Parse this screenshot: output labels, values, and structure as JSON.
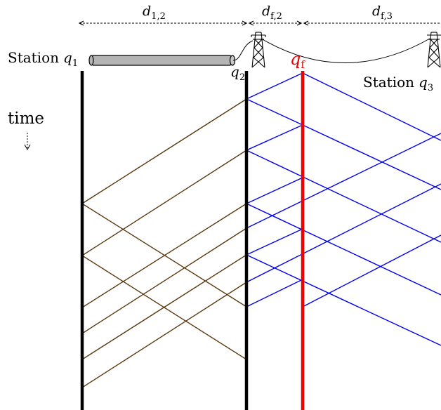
{
  "labels": {
    "station1": "Station",
    "station1_symbol": "q",
    "station1_sub": "1",
    "station2_symbol": "q",
    "station2_sub": "2",
    "station3": "Station",
    "station3_symbol": "q",
    "station3_sub": "3",
    "fault_symbol": "q",
    "fault_sub": "f",
    "time": "time",
    "dist12_symbol": "d",
    "dist12_sub": "1,2",
    "distf2_symbol": "d",
    "distf2_sub": "f,2",
    "distf3_symbol": "d",
    "distf3_sub": "f,3"
  },
  "colors": {
    "line1_waves": "#5a3a12",
    "line2_waves": "#0000ee",
    "fault": "#ee0000",
    "buses": "#000000",
    "cable": "#b4b4b4"
  },
  "icons": [
    "tower-icon",
    "cable-icon",
    "down-arrow-icon"
  ]
}
